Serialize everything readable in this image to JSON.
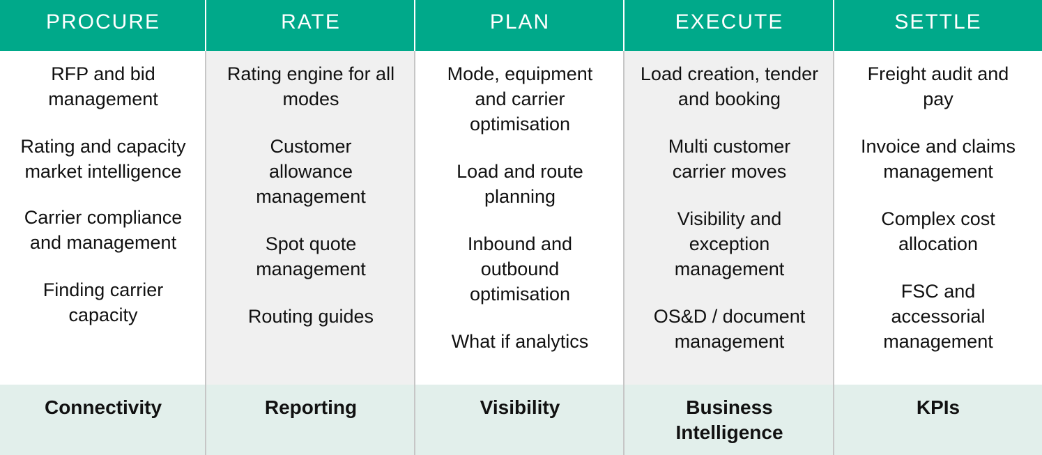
{
  "stages": [
    {
      "header": "PROCURE",
      "items": [
        "RFP and bid management",
        "Rating and capacity market intelligence",
        "Carrier compliance and management",
        "Finding carrier capacity"
      ],
      "footer": "Connectivity"
    },
    {
      "header": "RATE",
      "items": [
        "Rating engine for all modes",
        "Customer allowance management",
        "Spot quote management",
        "Routing guides"
      ],
      "footer": "Reporting"
    },
    {
      "header": "PLAN",
      "items": [
        "Mode, equipment and carrier optimisation",
        "Load and route planning",
        "Inbound and outbound optimisation",
        "What if analytics"
      ],
      "footer": "Visibility"
    },
    {
      "header": "EXECUTE",
      "items": [
        "Load creation, tender and booking",
        "Multi customer carrier moves",
        "Visibility and exception management",
        "OS&D / document management"
      ],
      "footer": "Business Intelligence"
    },
    {
      "header": "SETTLE",
      "items": [
        "Freight audit and pay",
        "Invoice and claims management",
        "Complex cost allocation",
        "FSC and accessorial management"
      ],
      "footer": "KPIs"
    }
  ],
  "colors": {
    "header_bg": "#00a98a",
    "alt_column_bg": "#f0f0f0",
    "footer_bg": "#e2efeb"
  }
}
